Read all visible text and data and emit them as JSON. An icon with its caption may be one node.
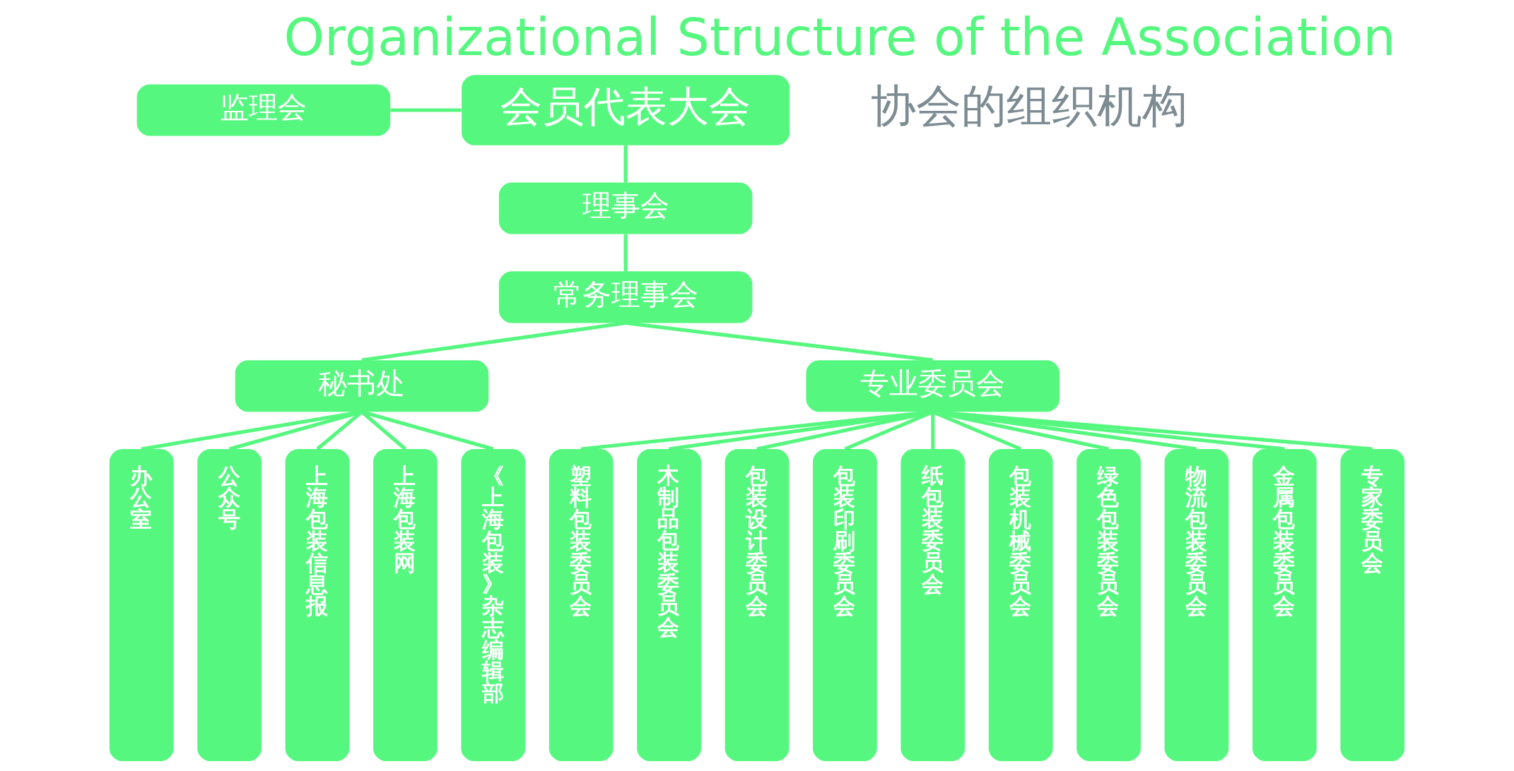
{
  "diagram": {
    "title": "Organizational Structure of the Association",
    "nodes": [
      {
        "text": [
          "监理会"
        ]
      },
      {
        "text": [
          "会员代表大会"
        ]
      },
      {
        "text": [
          "理事会"
        ]
      },
      {
        "text": [
          "常务理事会"
        ]
      },
      {
        "text": [
          "秘书处"
        ]
      },
      {
        "text": [
          "专业委员会"
        ]
      },
      {
        "text": [
          "办公室"
        ]
      },
      {
        "text": [
          "公众号"
        ]
      },
      {
        "text": [
          "上海包装信息报"
        ]
      },
      {
        "text": [
          "上海包装网"
        ]
      },
      {
        "text": [
          "《上海包装》杂志编辑部"
        ]
      },
      {
        "text": [
          "塑料包装委员会"
        ]
      },
      {
        "text": [
          "木制品包装委员会"
        ]
      },
      {
        "text": [
          "包装设计委员会"
        ]
      },
      {
        "text": [
          "包装印刷委员会"
        ]
      },
      {
        "text": [
          "纸包装委员会"
        ]
      },
      {
        "text": [
          "包装机械委员会"
        ]
      },
      {
        "text": [
          "绿色包装委员会"
        ]
      },
      {
        "text": [
          "物流包装委员会"
        ]
      },
      {
        "text": [
          "金属包装委员会"
        ]
      },
      {
        "text": [
          "专家委员会"
        ]
      }
    ],
    "edges": [
      {
        "from": 0,
        "to": 1,
        "arrow": "none"
      },
      {
        "from": 1,
        "to": 2,
        "arrow": "none"
      },
      {
        "from": 2,
        "to": 3,
        "arrow": "none"
      },
      {
        "from": 3,
        "to": 4,
        "arrow": "none"
      },
      {
        "from": 3,
        "to": 5,
        "arrow": "none"
      },
      {
        "from": 4,
        "to": 6,
        "arrow": "none"
      },
      {
        "from": 4,
        "to": 7,
        "arrow": "none"
      },
      {
        "from": 4,
        "to": 8,
        "arrow": "none"
      },
      {
        "from": 4,
        "to": 9,
        "arrow": "none"
      },
      {
        "from": 4,
        "to": 10,
        "arrow": "none"
      },
      {
        "from": 5,
        "to": 11,
        "arrow": "none"
      },
      {
        "from": 5,
        "to": 12,
        "arrow": "none"
      },
      {
        "from": 5,
        "to": 13,
        "arrow": "none"
      },
      {
        "from": 5,
        "to": 14,
        "arrow": "none"
      },
      {
        "from": 5,
        "to": 15,
        "arrow": "none"
      },
      {
        "from": 5,
        "to": 16,
        "arrow": "none"
      },
      {
        "from": 5,
        "to": 17,
        "arrow": "none"
      },
      {
        "from": 5,
        "to": 18,
        "arrow": "none"
      },
      {
        "from": 5,
        "to": 19,
        "arrow": "none"
      },
      {
        "from": 5,
        "to": 20,
        "arrow": "none"
      }
    ],
    "labels": [
      "协会的组织机构"
    ]
  }
}
